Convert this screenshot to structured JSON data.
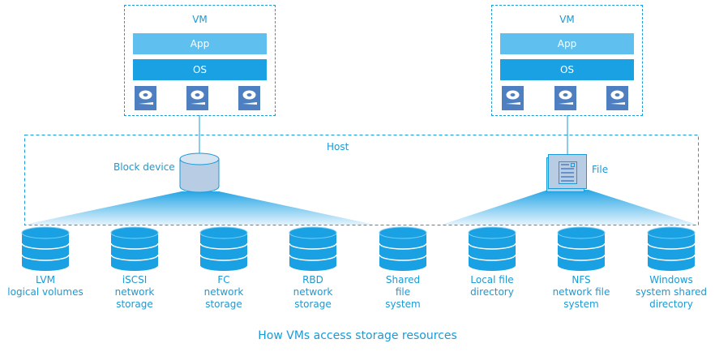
{
  "caption": "How VMs access storage resources",
  "vms": [
    {
      "title": "VM",
      "app": "App",
      "os": "OS",
      "disks": [
        "virtual-disk",
        "virtual-disk",
        "virtual-disk"
      ]
    },
    {
      "title": "VM",
      "app": "App",
      "os": "OS",
      "disks": [
        "virtual-disk",
        "virtual-disk",
        "virtual-disk"
      ]
    }
  ],
  "host": {
    "title": "Host",
    "block_device_label": "Block device",
    "file_label": "File"
  },
  "storage": [
    {
      "line1": "LVM",
      "line2": "logical volumes",
      "line3": ""
    },
    {
      "line1": "iSCSI",
      "line2": "network",
      "line3": "storage"
    },
    {
      "line1": "FC",
      "line2": "network",
      "line3": "storage"
    },
    {
      "line1": "RBD",
      "line2": "network",
      "line3": "storage"
    },
    {
      "line1": "Shared",
      "line2": "file",
      "line3": "system"
    },
    {
      "line1": "Local file",
      "line2": "directory",
      "line3": ""
    },
    {
      "line1": "NFS",
      "line2": "network file",
      "line3": "system"
    },
    {
      "line1": "Windows",
      "line2": "system shared",
      "line3": "directory"
    }
  ],
  "colors": {
    "accent": "#1a9ad6",
    "app_bar": "#5fbfee",
    "os_bar": "#1aa1e3",
    "disk_icon": "#4d7fc1",
    "block_device_fill": "#b8cde3",
    "storage_fill": "#1aa1e3"
  }
}
